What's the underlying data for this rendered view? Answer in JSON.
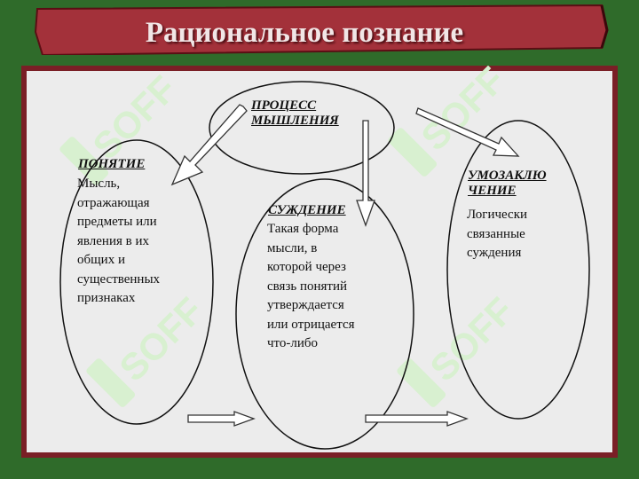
{
  "slide_title": "Рациональное познание",
  "colors": {
    "background": "#2f6b2a",
    "banner": "#a3313a",
    "panel_border": "#7a1f26",
    "panel_fill": "#ececec",
    "watermark": "#d8f0d0"
  },
  "watermark_text": "SOFF",
  "nodes": {
    "process": {
      "title": "ПРОЦЕСС МЫШЛЕНИЯ"
    },
    "concept": {
      "title": "ПОНЯТИЕ",
      "text": "Мысль,\nотражающая\nпредметы или\nявления в их\nобщих и\nсущественных\nпризнаках"
    },
    "judgment": {
      "title": "СУЖДЕНИЕ",
      "text": "Такая форма\nмысли, в\nкоторой через\nсвязь понятий\nутверждается\nили отрицается\nчто-либо"
    },
    "inference": {
      "title": "УМОЗАКЛЮЧЕНИЕ",
      "title_lines": [
        "УМОЗАКЛЮ",
        "ЧЕНИЕ"
      ],
      "text": "Логически\nсвязанные\nсуждения"
    }
  }
}
